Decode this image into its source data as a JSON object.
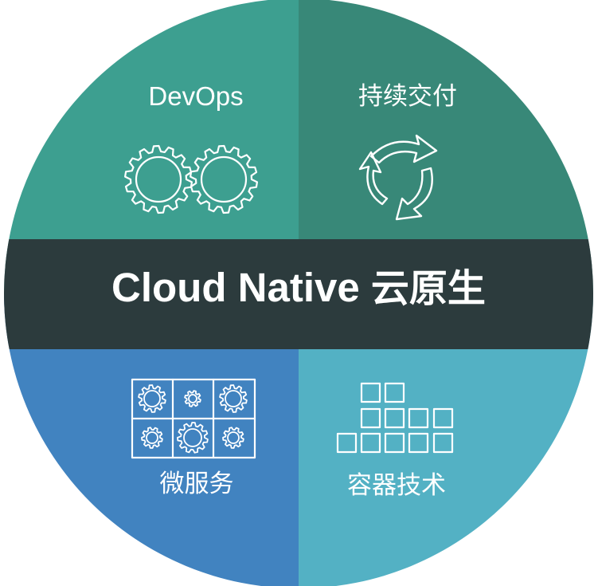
{
  "title": {
    "english": "Cloud Native",
    "chinese": "云原生"
  },
  "quadrants": {
    "top_left": {
      "label": "DevOps",
      "icon": "twin-gears-icon",
      "color": "#3d9f90"
    },
    "top_right": {
      "label": "持续交付",
      "icon": "cycle-arrows-icon",
      "color": "#388878"
    },
    "bottom_left": {
      "label": "微服务",
      "icon": "gear-grid-icon",
      "color": "#4183c0"
    },
    "bottom_right": {
      "label": "容器技术",
      "icon": "stacked-containers-icon",
      "color": "#53b1c4"
    }
  },
  "band_color": "#2c3b3d"
}
